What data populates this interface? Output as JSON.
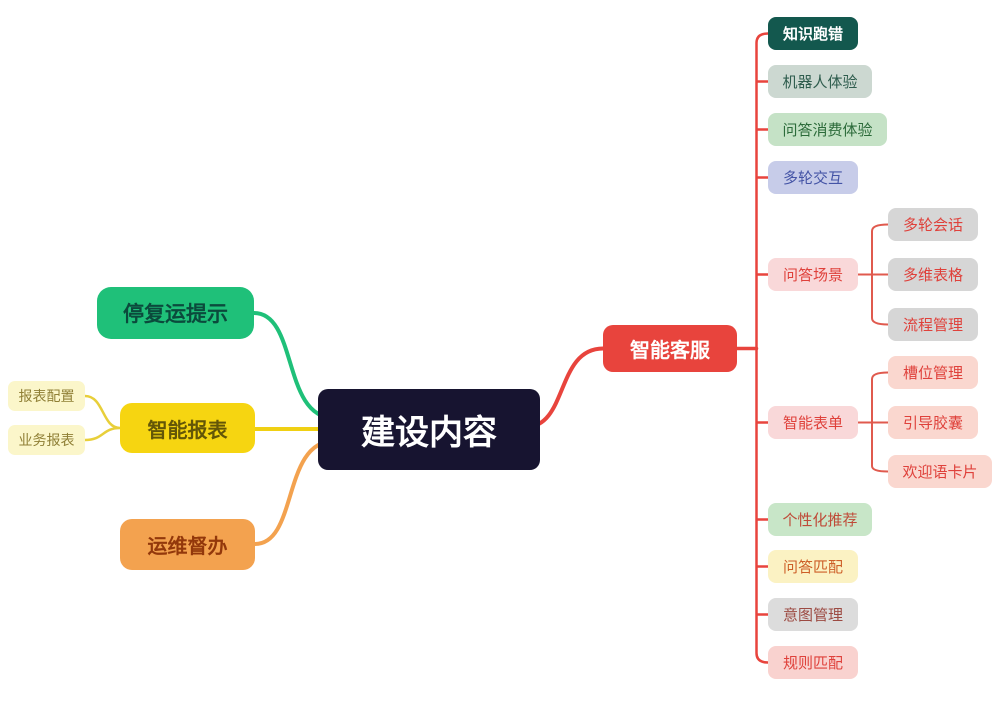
{
  "colors": {
    "center_bg": "#171430",
    "green_branch": "#1fc079",
    "yellow_branch": "#f6d511",
    "orange_branch": "#f3a24f",
    "red_branch": "#e8443d",
    "dark_teal_node": "#13584e"
  },
  "center": {
    "label": "建设内容"
  },
  "left": {
    "stop_resume_notice": {
      "label": "停复运提示"
    },
    "smart_report": {
      "label": "智能报表"
    },
    "report_config": {
      "label": "报表配置"
    },
    "business_report": {
      "label": "业务报表"
    },
    "ops_supervision": {
      "label": "运维督办"
    }
  },
  "right": {
    "smart_customer_service": {
      "label": "智能客服"
    },
    "children": [
      {
        "label": "知识跑错"
      },
      {
        "label": "机器人体验"
      },
      {
        "label": "问答消费体验"
      },
      {
        "label": "多轮交互"
      },
      {
        "label": "问答场景"
      },
      {
        "label": "智能表单"
      },
      {
        "label": "个性化推荐"
      },
      {
        "label": "问答匹配"
      },
      {
        "label": "意图管理"
      },
      {
        "label": "规则匹配"
      }
    ],
    "qa_scene_children": [
      {
        "label": "多轮会话"
      },
      {
        "label": "多维表格"
      },
      {
        "label": "流程管理"
      }
    ],
    "smart_form_children": [
      {
        "label": "槽位管理"
      },
      {
        "label": "引导胶囊"
      },
      {
        "label": "欢迎语卡片"
      }
    ]
  }
}
